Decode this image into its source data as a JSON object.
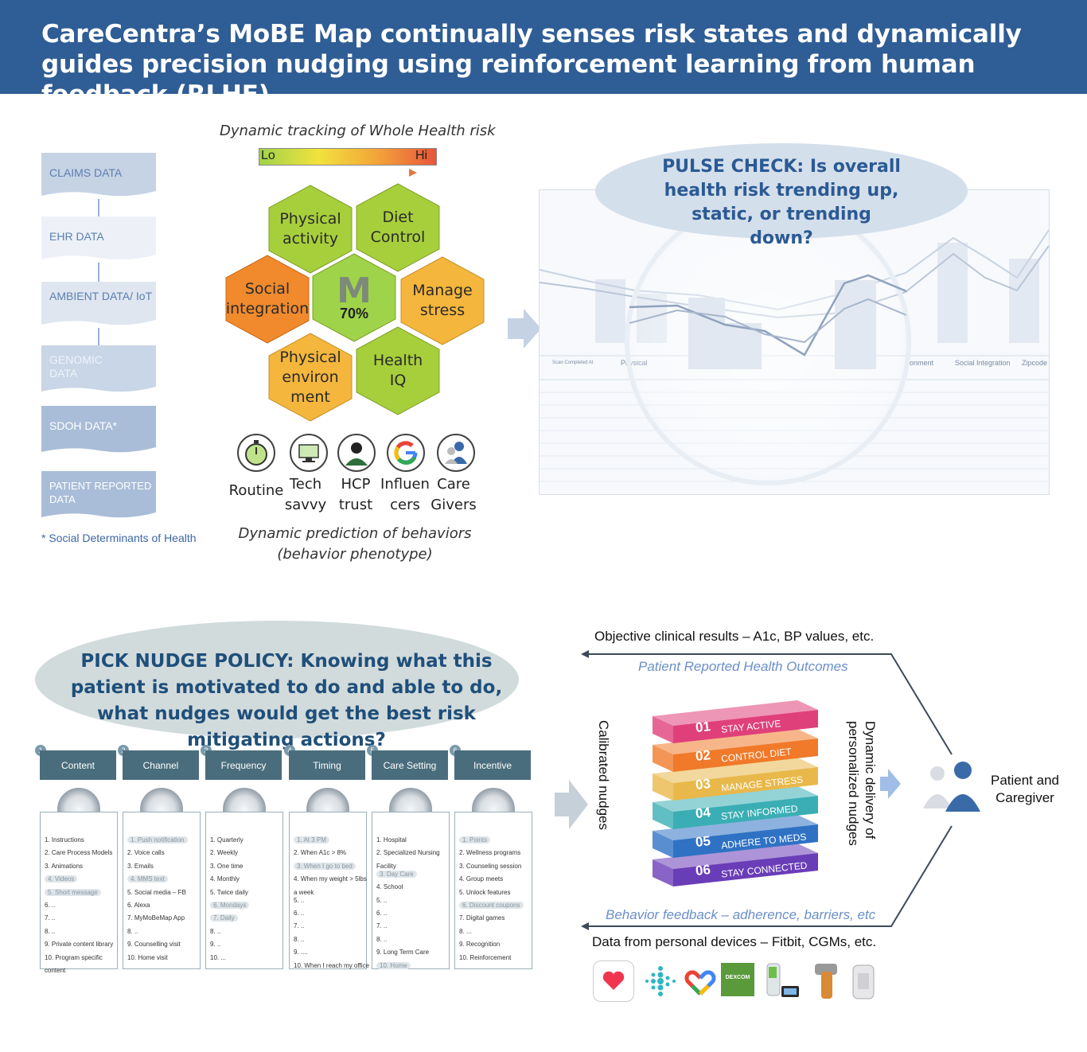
{
  "header": {
    "title": "CareCentra’s MoBE Map continually senses risk states and dynamically guides precision nudging using reinforcement learning from human feedback (RLHF)"
  },
  "data_sources": {
    "items": [
      {
        "label": "CLAIMS DATA"
      },
      {
        "label": "EHR DATA"
      },
      {
        "label": "AMBIENT DATA/ IoT"
      },
      {
        "label": "GENOMIC DATA"
      },
      {
        "label": "SDOH DATA*"
      },
      {
        "label": "PATIENT REPORTED DATA"
      }
    ],
    "footnote": "*  Social Determinants of Health"
  },
  "risk_tracking": {
    "caption": "Dynamic tracking of Whole Health risk",
    "scale_lo": "Lo",
    "scale_hi": "Hi"
  },
  "hexes": {
    "physical_activity": "Physical activity",
    "diet_control": "Diet Control",
    "social_integration": "Social integration",
    "center_letter": "M",
    "center_pct": "70%",
    "manage_stress": "Manage stress",
    "physical_environment": "Physical environ ment",
    "health_iq": "Health IQ",
    "colors": {
      "green": "#a7cf3b",
      "orange": "#f08a2c",
      "amber": "#f4b63c",
      "center": "#9fd34a"
    }
  },
  "behaviors": {
    "items": [
      {
        "label": "Routine",
        "icon": "stopwatch-icon"
      },
      {
        "label": "Tech savvy",
        "icon": "computer-icon"
      },
      {
        "label": "HCP trust",
        "icon": "doctor-icon"
      },
      {
        "label": "Influen cers",
        "icon": "google-icon"
      },
      {
        "label": "Care Givers",
        "icon": "caregiver-icon"
      }
    ],
    "caption_line1": "Dynamic prediction of behaviors",
    "caption_line2": "(behavior phenotype)"
  },
  "pulse_check": {
    "text": "PULSE CHECK: Is overall health risk trending up, static, or trending down?",
    "table_headers": [
      "Scan Completed At",
      "Physical",
      "ronment",
      "Social Integration",
      "Zipcode"
    ]
  },
  "nudge_policy": {
    "text": "PICK NUDGE POLICY: Knowing what this patient is motivated to do and able to do, what nudges would get the best risk mitigating actions?",
    "columns": [
      {
        "num": "1",
        "title": "Content",
        "items": [
          "1.   Instructions",
          "2.   Care Process Models",
          "3.   Animations",
          "4.   Videos",
          "5.   Short message",
          "6.   ..",
          "7.   ..",
          "8.   ..",
          "9.   Private content library",
          "10. Program specific",
          "       content"
        ]
      },
      {
        "num": "2",
        "title": "Channel",
        "items": [
          "1.   Push notification",
          "2.   Voice calls",
          "3.   Emails",
          "4.   MMS text",
          "5.   Social media – FB",
          "6.   Alexa",
          "7.   MyMoBeMap App",
          "8.   ..",
          "9.   Counselling visit",
          "10. Home visit"
        ]
      },
      {
        "num": "3",
        "title": "Frequency",
        "items": [
          "1.   Quarterly",
          "2.   Weekly",
          "3.   One time",
          "4.   Monthly",
          "5.   Twice daily",
          "6.   Mondays",
          "7.   Daily",
          "8.   ..",
          "9.   ..",
          "10. ..."
        ]
      },
      {
        "num": "4",
        "title": "Timing",
        "items": [
          "1.   At 3 PM",
          "2.   When A1c > 8%",
          "3.   When I go to bed",
          "4.   When my weight > 5lbs",
          "       a week",
          "5.   ..",
          "6.   ..",
          "7.   ..",
          "8.   ..",
          "9.   ....",
          "10. When I reach my office"
        ]
      },
      {
        "num": "5",
        "title": "Care Setting",
        "items": [
          "1.   Hospital",
          "2.   Specialized Nursing",
          "       Facility",
          "3.   Day Care",
          "4.   School",
          "5.   ..",
          "6.   ..",
          "7.   ..",
          "8.   ..",
          "9.   Long Term Care",
          "10. Home"
        ]
      },
      {
        "num": "6",
        "title": "Incentive",
        "items": [
          "1.   Points",
          "2.   Wellness programs",
          "3.   Counseling session",
          "4.   Group meets",
          "5.   Unlock features",
          "6.   Discount coupons",
          "7.   Digital games",
          "8.   ...",
          "9.   Recognition",
          "10. Reinforcement"
        ]
      }
    ]
  },
  "feedback_loop": {
    "objective": "Objective clinical results – A1c, BP values, etc.",
    "pro": "Patient Reported  Health Outcomes",
    "calibrated": "Calibrated nudges",
    "dynamic_delivery": "Dynamic delivery of personalized nudges",
    "patient": "Patient and Caregiver",
    "behavior_feedback": "Behavior feedback – adherence, barriers, etc",
    "devices": "Data from personal devices – Fitbit, CGMs, etc."
  },
  "stack": [
    {
      "num": "01",
      "label": "STAY ACTIVE",
      "color": "#e0407a"
    },
    {
      "num": "02",
      "label": "CONTROL DIET",
      "color": "#f07a2a"
    },
    {
      "num": "03",
      "label": "MANAGE STRESS",
      "color": "#e8b84a"
    },
    {
      "num": "04",
      "label": "STAY INFORMED",
      "color": "#3aaeb4"
    },
    {
      "num": "05",
      "label": "ADHERE TO MEDS",
      "color": "#2f72c4"
    },
    {
      "num": "06",
      "label": "STAY CONNECTED",
      "color": "#6a3db8"
    }
  ],
  "device_icons": [
    "heart-app-icon",
    "fitbit-icon",
    "google-fit-icon",
    "dexcom-icon",
    "glucose-meter-icon",
    "inhaler-icon",
    "pill-bottle-icon"
  ],
  "device_dexcom_text": "DEXCOM"
}
